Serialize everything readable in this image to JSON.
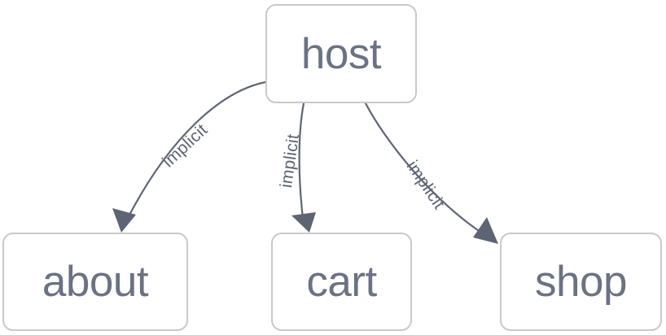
{
  "diagram": {
    "type": "directed-graph",
    "title": "",
    "background_color": "#ffffff",
    "node_fill": "#ffffff",
    "node_border_color": "#c9c9c9",
    "node_text_color": "#6a7283",
    "edge_color": "#5d6575",
    "nodes": [
      {
        "id": "host",
        "label": "host"
      },
      {
        "id": "about",
        "label": "about"
      },
      {
        "id": "cart",
        "label": "cart"
      },
      {
        "id": "shop",
        "label": "shop"
      }
    ],
    "edges": [
      {
        "id": "host-about",
        "source": "host",
        "target": "about",
        "label": "implicit"
      },
      {
        "id": "host-cart",
        "source": "host",
        "target": "cart",
        "label": "implicit"
      },
      {
        "id": "host-shop",
        "source": "host",
        "target": "shop",
        "label": "implicit"
      }
    ]
  }
}
